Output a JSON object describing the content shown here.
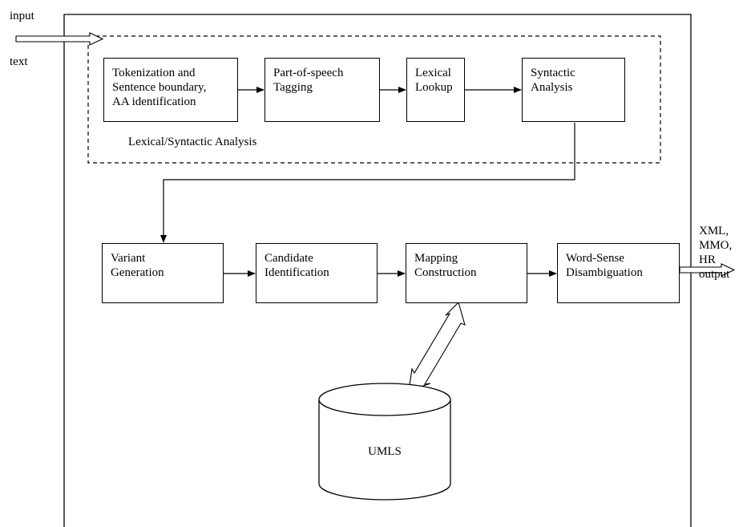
{
  "io": {
    "input_label": "input",
    "text_label": "text",
    "output_label": "XML,\nMMO,\nHR\noutput"
  },
  "lexical_group": {
    "label": "Lexical/Syntactic Analysis",
    "steps": [
      "Tokenization and\nSentence boundary,\nAA identification",
      "Part-of-speech\nTagging",
      "Lexical\nLookup",
      "Syntactic\nAnalysis"
    ]
  },
  "mapping_steps": [
    "Variant\nGeneration",
    "Candidate\nIdentification",
    "Mapping\nConstruction",
    "Word-Sense\nDisambiguation"
  ],
  "database": {
    "label": "UMLS"
  }
}
